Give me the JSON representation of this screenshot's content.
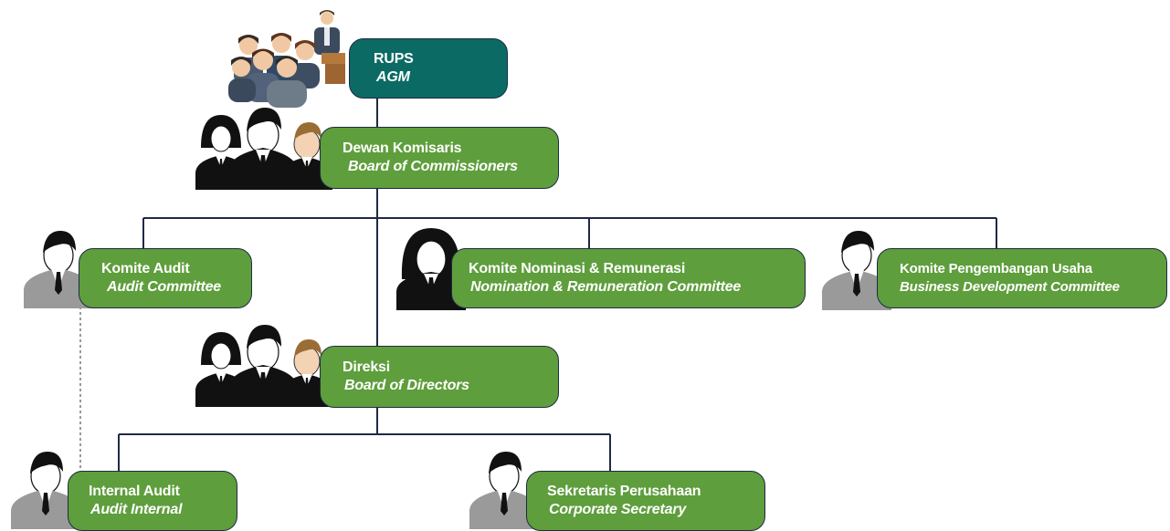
{
  "org_chart": {
    "agm": {
      "title": "RUPS",
      "subtitle": "AGM"
    },
    "commissioners": {
      "title": "Dewan Komisaris",
      "subtitle": "Board of Commissioners"
    },
    "audit_committee": {
      "title": "Komite Audit",
      "subtitle": "Audit Committee"
    },
    "nomination_committee": {
      "title": "Komite Nominasi & Remunerasi",
      "subtitle": "Nomination & Remuneration Committee"
    },
    "business_committee": {
      "title": "Komite Pengembangan Usaha",
      "subtitle": "Business Development Committee"
    },
    "directors": {
      "title": "Direksi",
      "subtitle": "Board of Directors"
    },
    "internal_audit": {
      "title": "Internal Audit",
      "subtitle": "Audit Internal"
    },
    "corporate_secretary": {
      "title": "Sekretaris Perusahaan",
      "subtitle": "Corporate Secretary"
    }
  },
  "colors": {
    "node_green": "#5e9e3c",
    "node_teal": "#0b6b64",
    "connector": "#1f2a44",
    "dashed_connector": "#555555"
  }
}
